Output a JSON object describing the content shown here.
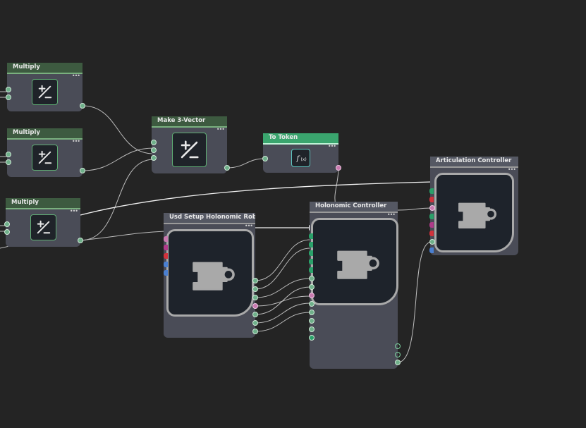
{
  "nodes": {
    "multiply_1": {
      "title": "Multiply"
    },
    "multiply_2": {
      "title": "Multiply"
    },
    "multiply_3": {
      "title": "Multiply"
    },
    "make_vector": {
      "title": "Make 3-Vector"
    },
    "to_token": {
      "title": "To Token"
    },
    "usd_setup": {
      "title": "Usd Setup Holonomic Robot"
    },
    "holonomic": {
      "title": "Holonomic Controller"
    },
    "articulation": {
      "title": "Articulation Controller"
    }
  },
  "icons": {
    "math": "plus-minus-icon",
    "token": "function-icon",
    "omni": "omnigraph-node-icon"
  },
  "colors": {
    "background": "#242424",
    "node_body": "#4a4c57",
    "math_header": "#3d5a40",
    "token_header": "#3aa56e",
    "gray_header": "#555863",
    "wire": "#d0d0d0",
    "port_teal": "#6fb08a",
    "port_pink": "#c97ab0",
    "port_magenta": "#b03a8a",
    "port_red": "#d2323c",
    "port_green": "#2aa16a",
    "port_blue": "#4a7fd0"
  }
}
